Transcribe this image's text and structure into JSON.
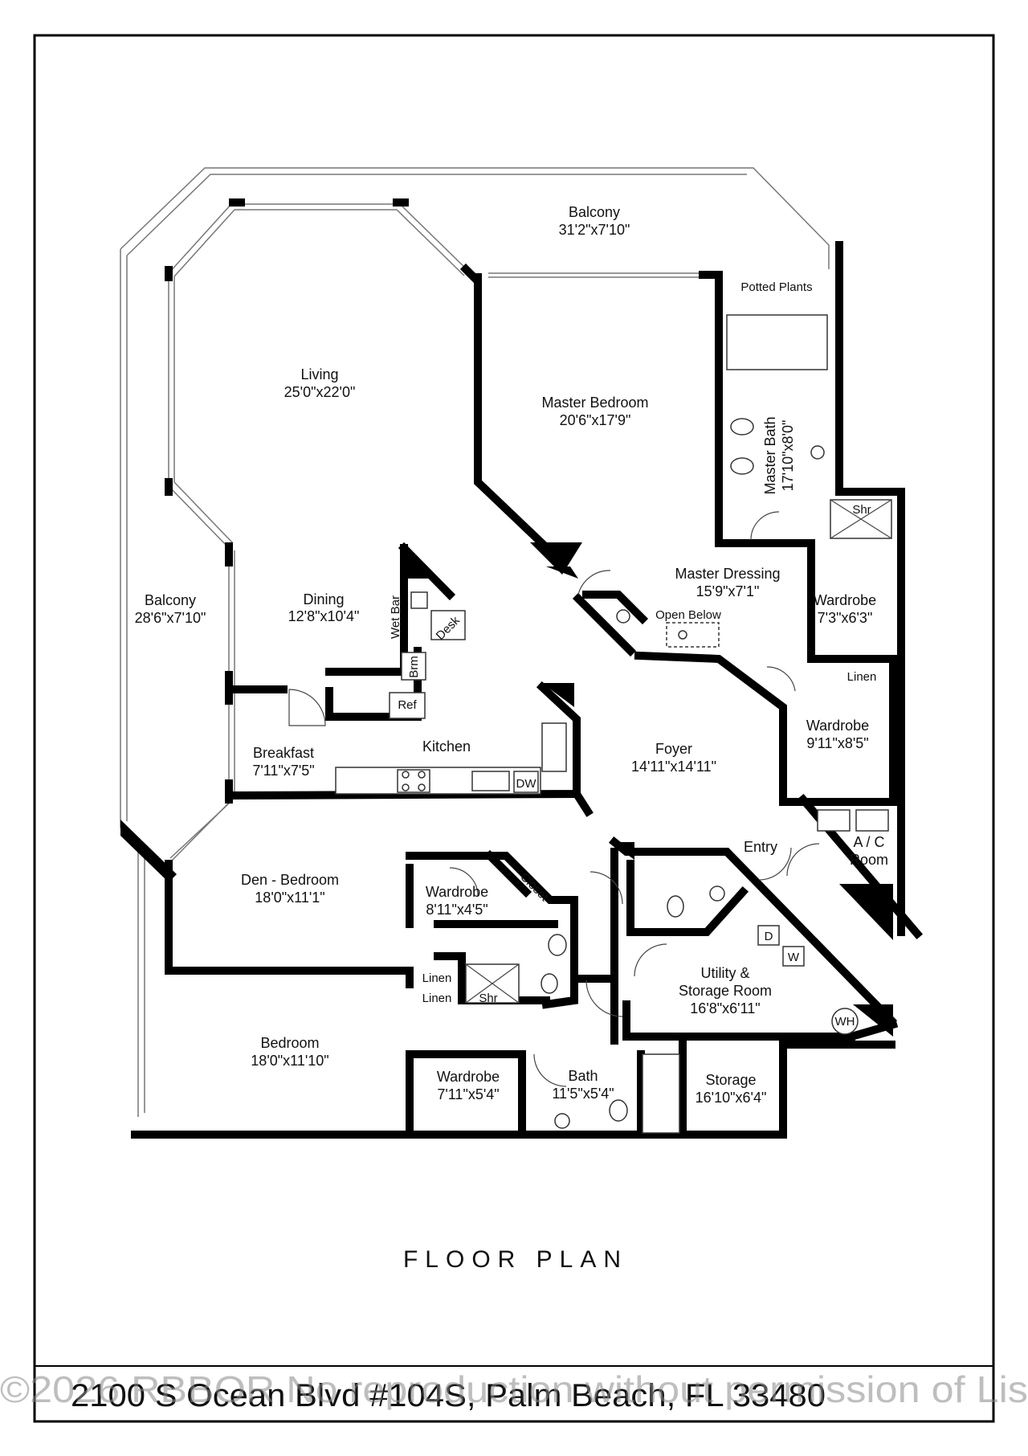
{
  "title": "FLOOR PLAN",
  "address": "2100 S Ocean Blvd #104S, Palm Beach, FL 33480",
  "watermark": "©2026 RBBOR No reproduction without permission of Lis",
  "rooms": {
    "balcony_top": {
      "name": "Balcony",
      "dims": "31'2\"x7'10\""
    },
    "balcony_left": {
      "name": "Balcony",
      "dims": "28'6\"x7'10\""
    },
    "potted_plants": {
      "name": "Potted Plants"
    },
    "living": {
      "name": "Living",
      "dims": "25'0\"x22'0\""
    },
    "master_bedroom": {
      "name": "Master Bedroom",
      "dims": "20'6\"x17'9\""
    },
    "master_bath": {
      "name": "Master Bath",
      "dims": "17'10\"x8'0\""
    },
    "shr_master": {
      "name": "Shr"
    },
    "master_dressing": {
      "name": "Master Dressing",
      "dims": "15'9\"x7'1\""
    },
    "open_below": {
      "name": "Open Below"
    },
    "wardrobe_1": {
      "name": "Wardrobe",
      "dims": "7'3\"x6'3\""
    },
    "linen_1": {
      "name": "Linen"
    },
    "wardrobe_2": {
      "name": "Wardrobe",
      "dims": "9'11\"x8'5\""
    },
    "dining": {
      "name": "Dining",
      "dims": "12'8\"x10'4\""
    },
    "wet_bar": {
      "name": "Wet Bar"
    },
    "desk": {
      "name": "Desk"
    },
    "brm": {
      "name": "Brm"
    },
    "ref": {
      "name": "Ref"
    },
    "breakfast": {
      "name": "Breakfast",
      "dims": "7'11\"x7'5\""
    },
    "kitchen": {
      "name": "Kitchen"
    },
    "dw": {
      "name": "DW"
    },
    "foyer": {
      "name": "Foyer",
      "dims": "14'11\"x14'11\""
    },
    "entry": {
      "name": "Entry"
    },
    "ac_room_a": {
      "name": "A / C"
    },
    "ac_room_b": {
      "name": "Room"
    },
    "den_bedroom": {
      "name": "Den - Bedroom",
      "dims": "18'0\"x11'1\""
    },
    "wardrobe_3": {
      "name": "Wardrobe",
      "dims": "8'11\"x4'5\""
    },
    "closet": {
      "name": "Closet"
    },
    "linen_2": {
      "name": "Linen"
    },
    "linen_3": {
      "name": "Linen"
    },
    "shr_2": {
      "name": "Shr"
    },
    "utility": {
      "name": "Utility &",
      "name2": "Storage Room",
      "dims": "16'8\"x6'11\""
    },
    "d": {
      "name": "D"
    },
    "w": {
      "name": "W"
    },
    "wh": {
      "name": "WH"
    },
    "bedroom": {
      "name": "Bedroom",
      "dims": "18'0\"x11'10\""
    },
    "wardrobe_4": {
      "name": "Wardrobe",
      "dims": "7'11\"x5'4\""
    },
    "bath": {
      "name": "Bath",
      "dims": "11'5\"x5'4\""
    },
    "storage": {
      "name": "Storage",
      "dims": "16'10\"x6'4\""
    }
  }
}
